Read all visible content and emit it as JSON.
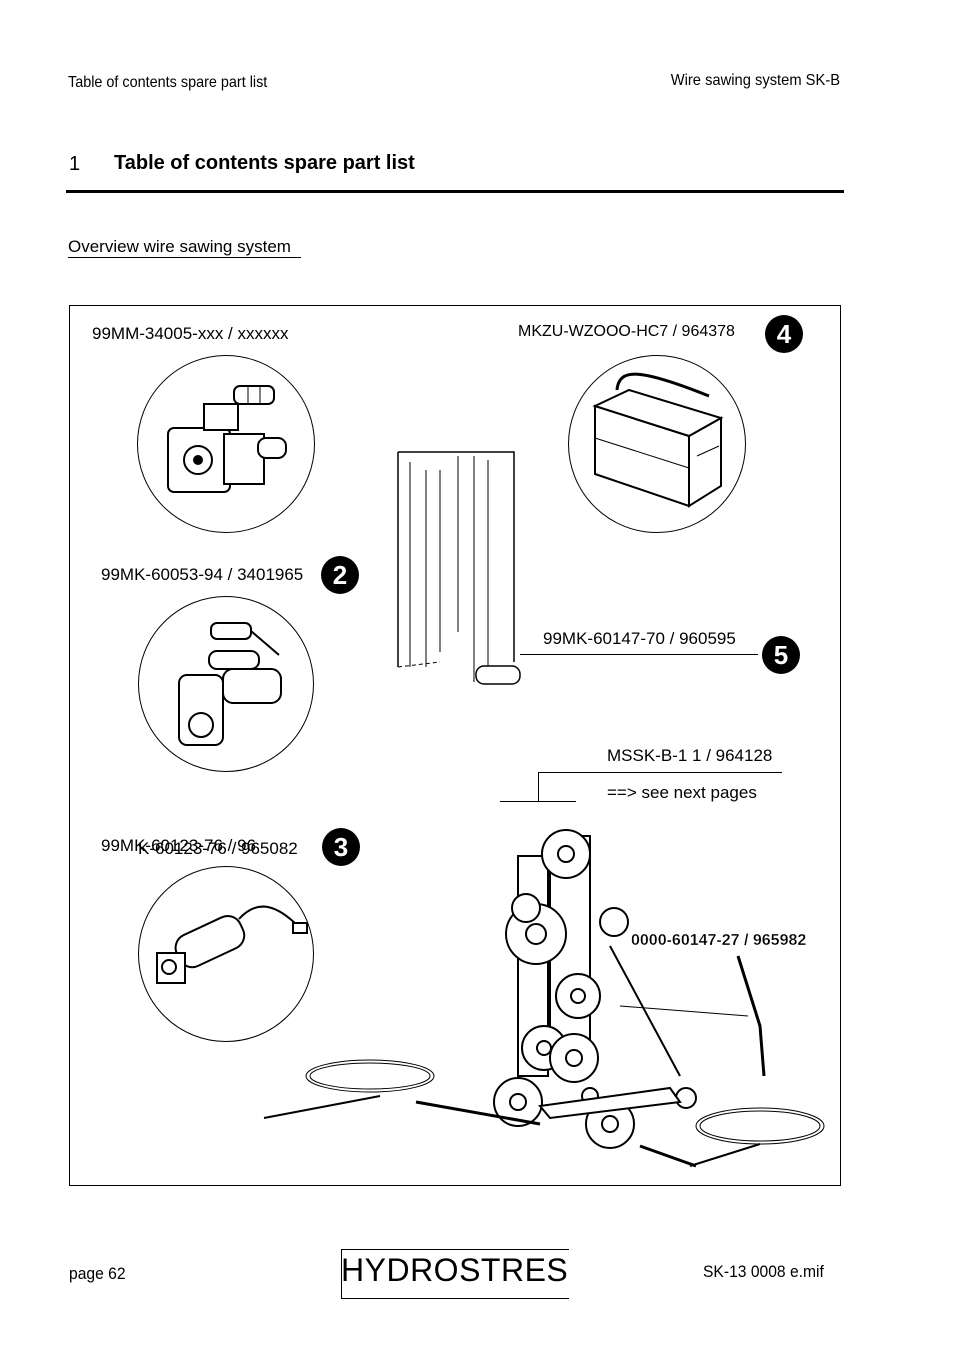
{
  "header": {
    "left": "Table of contents spare part list",
    "right": "Wire sawing system SK-B"
  },
  "section": {
    "number": "1",
    "title": "Table of contents spare part list"
  },
  "overview_link": "Overview wire sawing system",
  "figure": {
    "part1_label": "99MM-34005-xxx / xxxxxx",
    "part2_label": "99MK-60053-94 / 3401965",
    "part2_badge": "2",
    "part3_label_back": "99MK-60123-76 / 96",
    "part3_label_front": "K-60123-76 / 965082",
    "part3_badge": "3",
    "part4_label": "MKZU-WZOOO-HC7 / 964378",
    "part4_badge": "4",
    "part5_label": "99MK-60147-70 / 960595",
    "part5_badge": "5",
    "main_unit_label": "MSSK-B-1 1 / 964128",
    "see_next": "==> see next pages",
    "rod_label": "0000-60147-27 / 965982"
  },
  "footer": {
    "page": "page 62",
    "brand": "HYDROSTRES",
    "doc_id": "SK-13 0008 e.mif"
  }
}
